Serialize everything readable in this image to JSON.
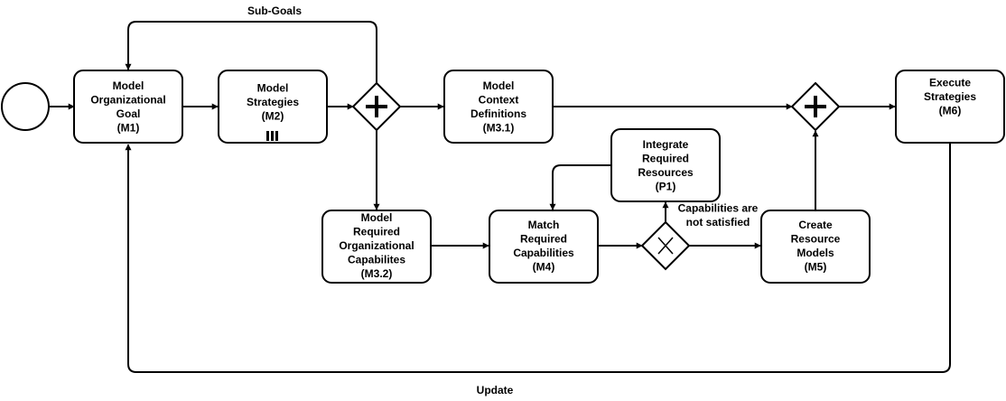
{
  "tasks": {
    "m1": {
      "lines": [
        "Model",
        "Organizational",
        "Goal",
        "(M1)"
      ]
    },
    "m2": {
      "lines": [
        "Model",
        "Strategies",
        "(M2)"
      ]
    },
    "m31": {
      "lines": [
        "Model",
        "Context",
        "Definitions",
        "(M3.1)"
      ]
    },
    "m32": {
      "lines": [
        "Model",
        "Required",
        "Organizational",
        "Capabilites",
        "(M3.2)"
      ]
    },
    "m4": {
      "lines": [
        "Match",
        "Required",
        "Capabilities",
        "(M4)"
      ]
    },
    "p1": {
      "lines": [
        "Integrate",
        "Required",
        "Resources",
        "(P1)"
      ]
    },
    "m5": {
      "lines": [
        "Create",
        "Resource",
        "Models",
        "(M5)"
      ]
    },
    "m6": {
      "lines": [
        "Execute",
        "Strategies",
        "(M6)"
      ]
    }
  },
  "edge_labels": {
    "sub_goals": "Sub-Goals",
    "update": "Update",
    "not_satisfied": [
      "Capabilities are",
      "not satisfied"
    ]
  },
  "gateways": {
    "split": "parallel",
    "join": "parallel",
    "decision": "exclusive"
  },
  "colors": {
    "stroke": "#000000",
    "fill": "#ffffff"
  }
}
